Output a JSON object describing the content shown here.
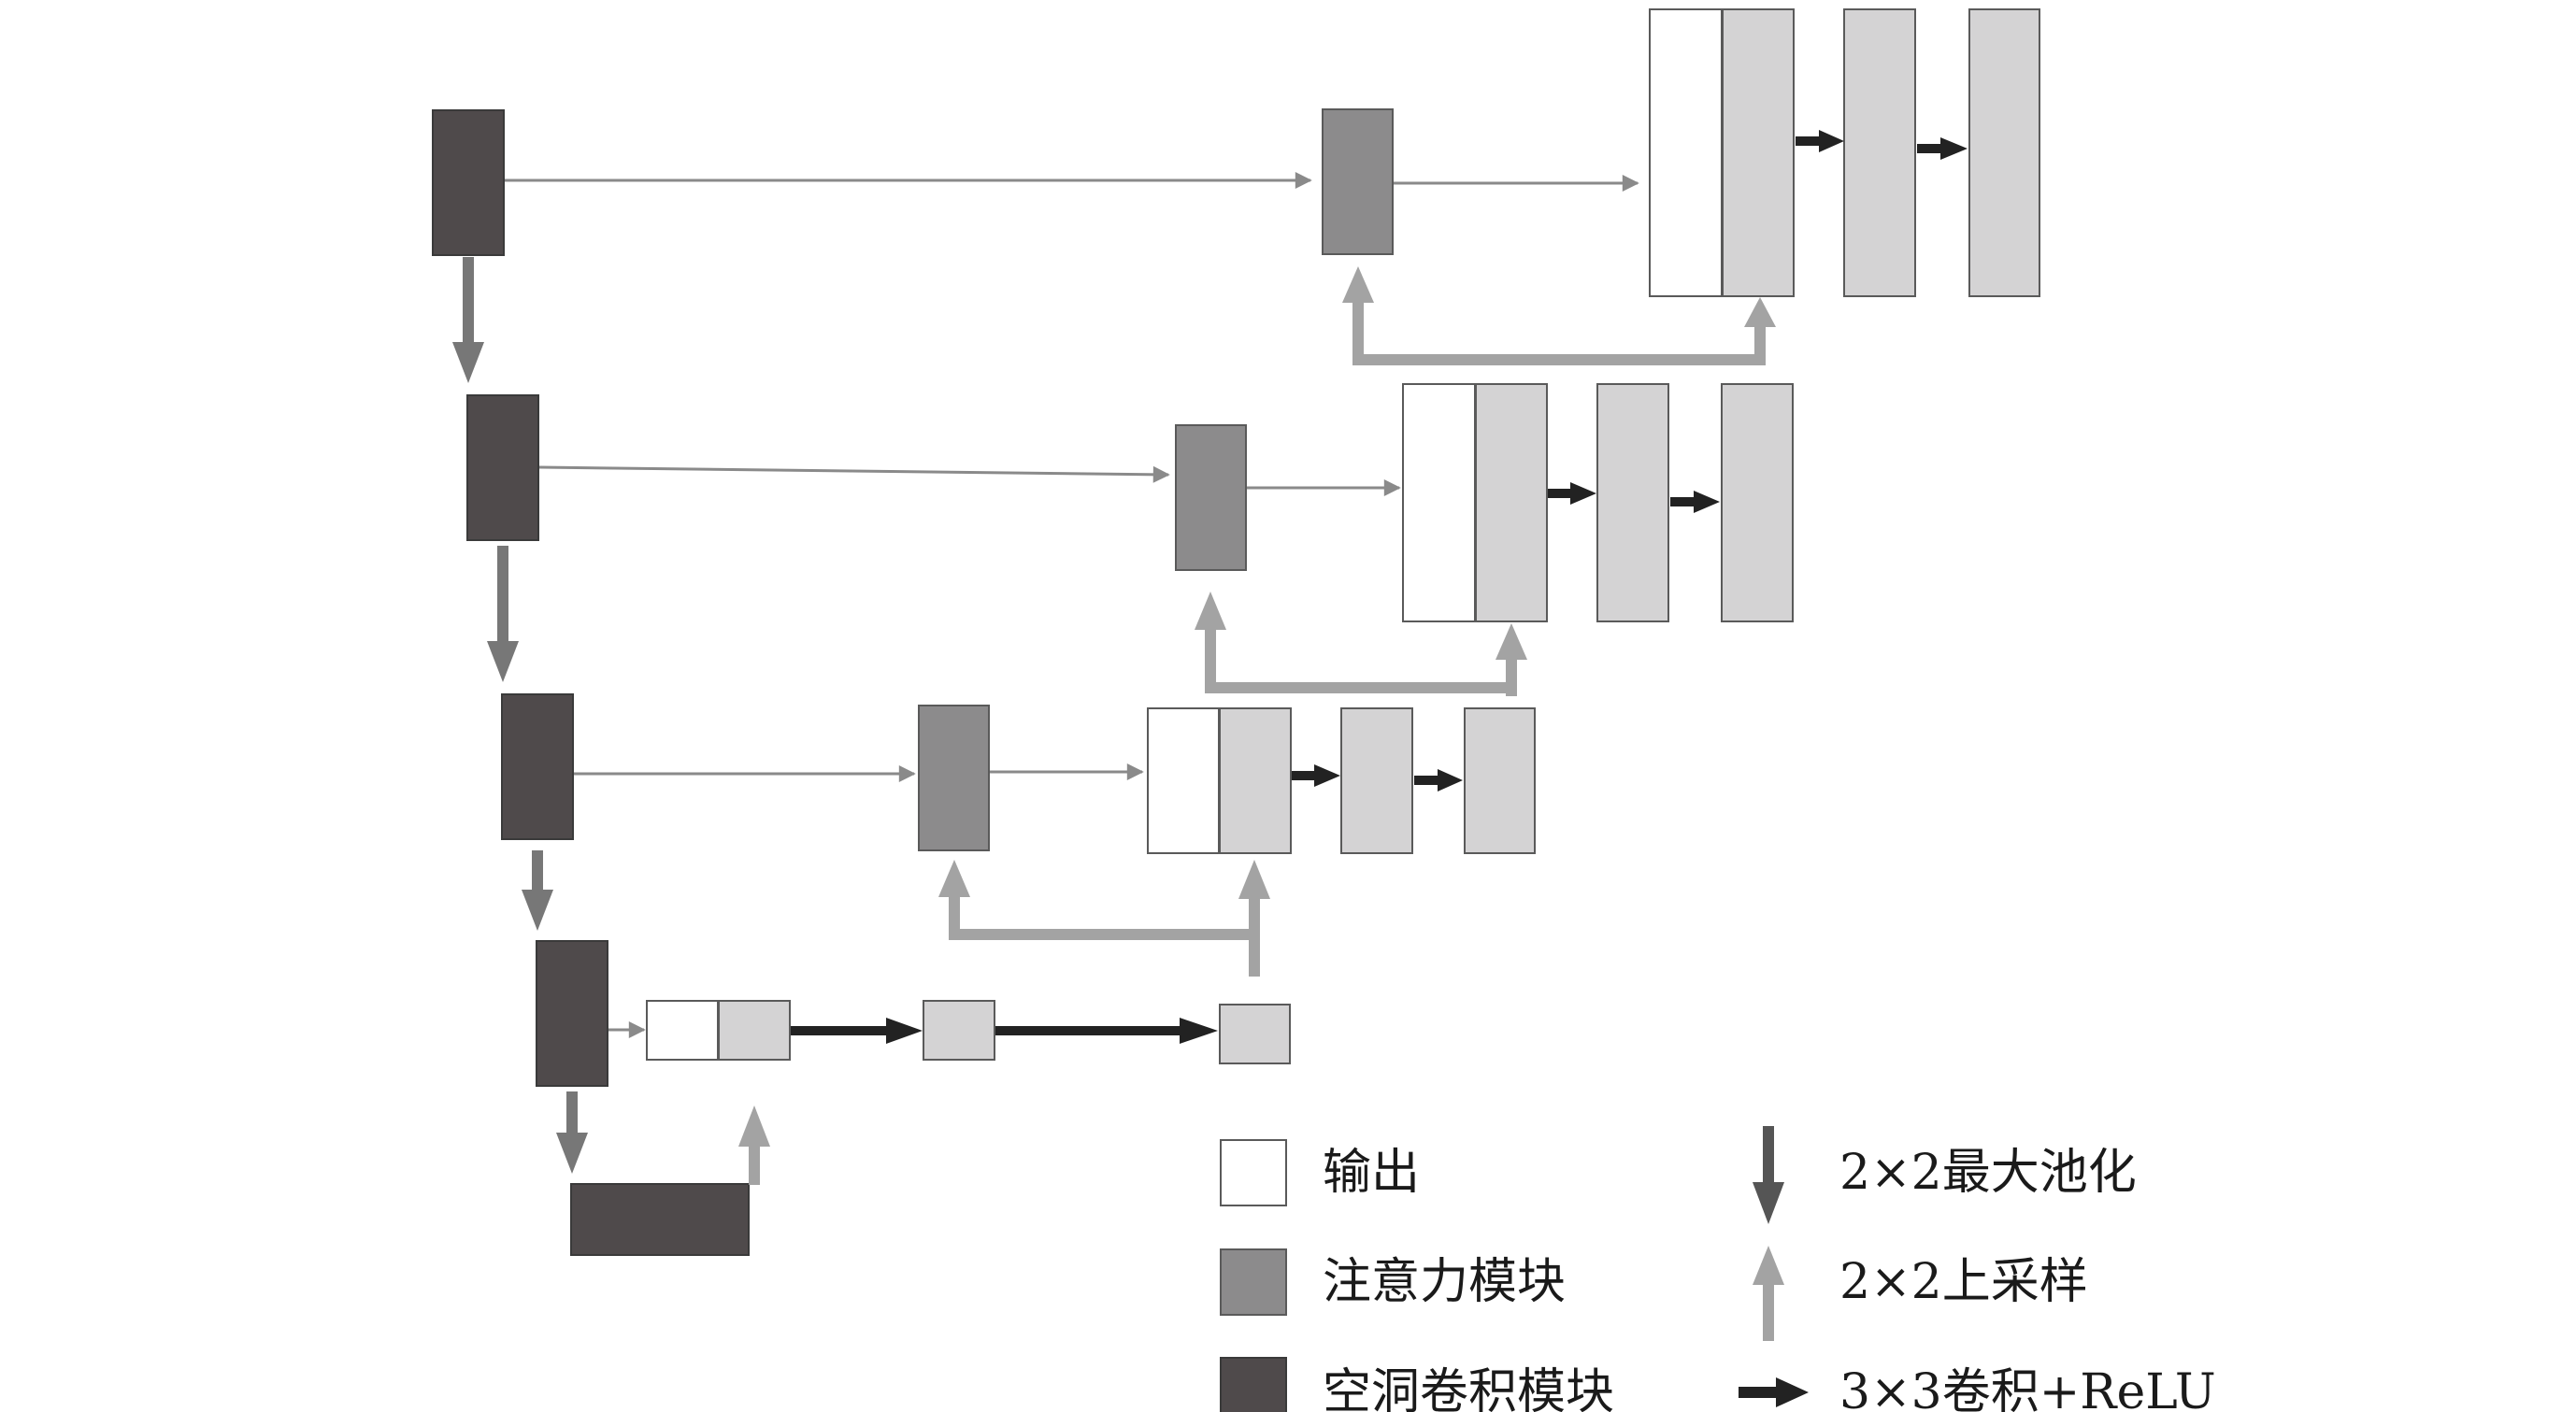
{
  "legend": {
    "output": "输出",
    "attention_module": "注意力模块",
    "dilated_conv_module": "空洞卷积模块",
    "maxpool": "2×2最大池化",
    "upsample": "2×2上采样",
    "conv_relu": "3×3卷积+ReLU"
  },
  "colors": {
    "dilated_conv": "#4f4a4b",
    "attention": "#8c8b8c",
    "feature": "#d4d3d4",
    "output": "#ffffff",
    "stroke": "#5a5a5a",
    "maxpool_arrow": "#777777",
    "upsample_arrow": "#a3a3a3",
    "conv_arrow": "#222222",
    "skip_arrow": "#8a8a8a"
  }
}
